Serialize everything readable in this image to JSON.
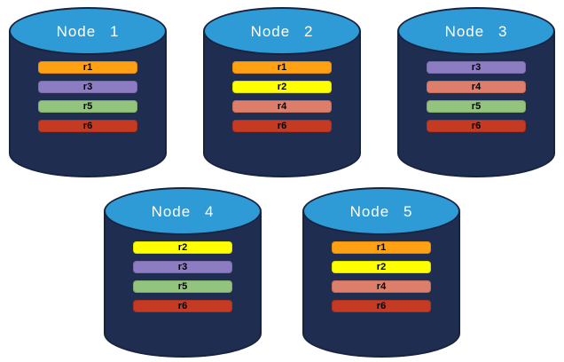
{
  "colors": {
    "background": "#FFFFFF",
    "cylinder_body": "#1F2E50",
    "cylinder_outline": "#172440",
    "cylinder_top_blue": "#2E9BD6",
    "title_text": "#FFFFFF",
    "bar_text": "#000000"
  },
  "partition_colors": {
    "r1": "#FFA113",
    "r2": "#FFFF00",
    "r3": "#8E7CC3",
    "r4": "#DD7E6B",
    "r5": "#93C47D",
    "r6": "#C53A22"
  },
  "nodes": [
    {
      "label": "Node 1",
      "partitions": [
        "r1",
        "r3",
        "r5",
        "r6"
      ]
    },
    {
      "label": "Node 2",
      "partitions": [
        "r1",
        "r2",
        "r4",
        "r6"
      ]
    },
    {
      "label": "Node 3",
      "partitions": [
        "r3",
        "r4",
        "r5",
        "r6"
      ]
    },
    {
      "label": "Node 4",
      "partitions": [
        "r2",
        "r3",
        "r5",
        "r6"
      ]
    },
    {
      "label": "Node 5",
      "partitions": [
        "r1",
        "r2",
        "r4",
        "r6"
      ]
    }
  ],
  "rows": [
    [
      0,
      1,
      2
    ],
    [
      3,
      4
    ]
  ]
}
